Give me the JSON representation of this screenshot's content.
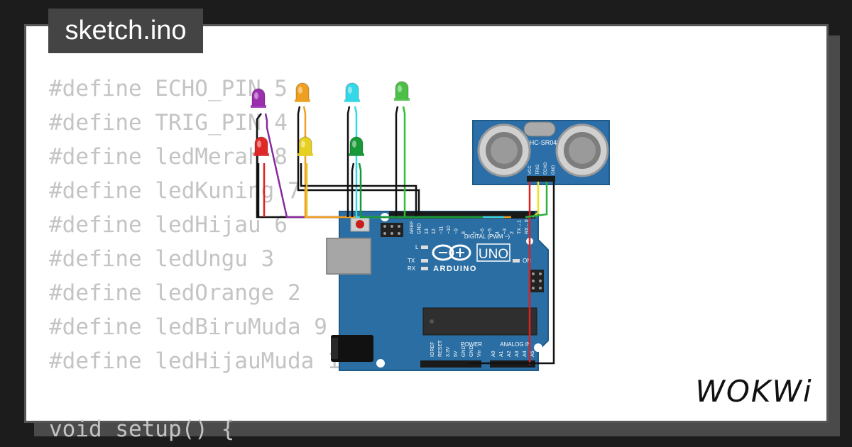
{
  "window": {
    "tab_title": "sketch.ino"
  },
  "code_lines": [
    "#define ECHO_PIN 5",
    "#define TRIG_PIN 4",
    "#define ledMerah 8",
    "#define ledKuning 7",
    "#define ledHijau 6",
    "#define ledUngu 3",
    "#define ledOrange 2",
    "#define ledBiruMuda 9",
    "#define ledHijauMuda 10",
    "",
    "void setup() {"
  ],
  "sensor": {
    "model": "HC-SR04",
    "pins": [
      "VCC",
      "TRIG",
      "ECHO",
      "GND"
    ]
  },
  "arduino": {
    "model": "UNO",
    "brand": "ARDUINO",
    "digital_label": "DIGITAL (PWM ~)",
    "power_label": "POWER",
    "analog_label": "ANALOG IN",
    "digital_pins": [
      "AREF",
      "GND",
      "13",
      "12",
      "~11",
      "~10",
      "~9",
      "8",
      "7",
      "~6",
      "~5",
      "4",
      "~3",
      "2",
      "TX→1",
      "RX←0"
    ],
    "power_pins": [
      "IOREF",
      "RESET",
      "3.3V",
      "5V",
      "GND",
      "GND",
      "Vin"
    ],
    "analog_pins": [
      "A0",
      "A1",
      "A2",
      "A3",
      "A4",
      "A5"
    ],
    "led_labels": {
      "l": "L",
      "tx": "TX",
      "rx": "RX",
      "on": "ON"
    }
  },
  "leds": [
    {
      "name": "purple",
      "color": "#9b2fae"
    },
    {
      "name": "orange",
      "color": "#f0a020"
    },
    {
      "name": "cyan",
      "color": "#35d8e8"
    },
    {
      "name": "light-green",
      "color": "#4cbf48"
    },
    {
      "name": "red",
      "color": "#e02828"
    },
    {
      "name": "yellow",
      "color": "#e8d020"
    },
    {
      "name": "green",
      "color": "#189838"
    }
  ],
  "brand": {
    "logo_text": "WOKWi"
  },
  "colors": {
    "board": "#2b6ea3",
    "board_dark": "#1f5a88",
    "sensor": "#2c6fa8",
    "tab_bg": "#444444",
    "code_text": "#c4c4c4"
  }
}
